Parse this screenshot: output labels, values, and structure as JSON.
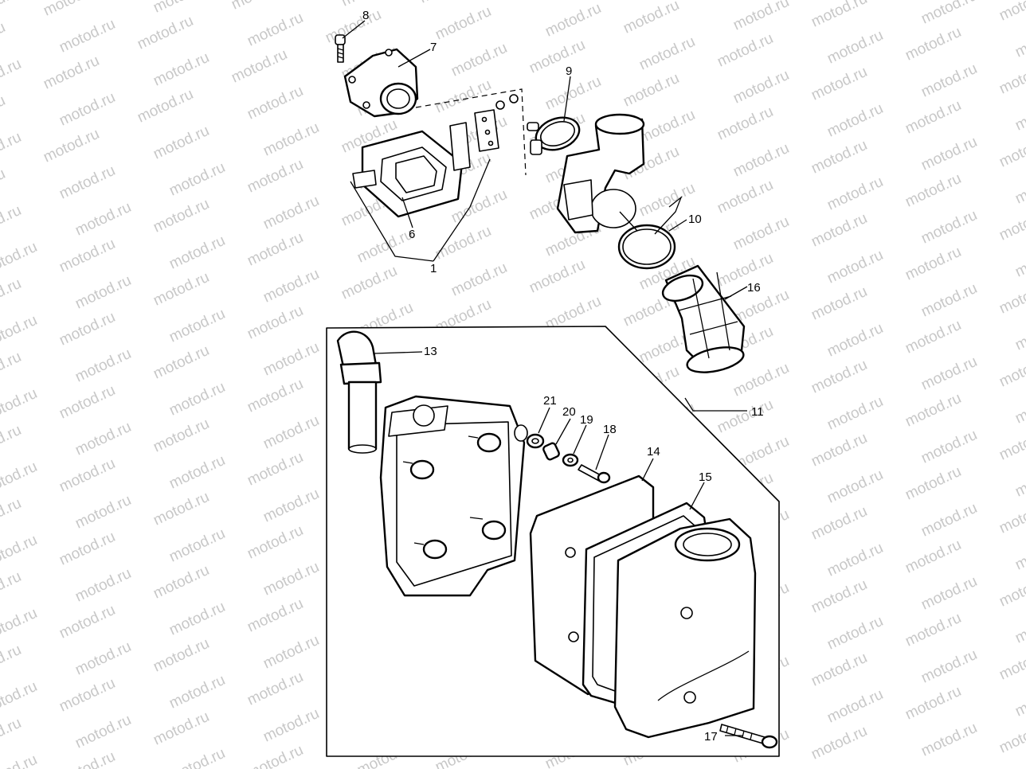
{
  "watermark": "motod.ru",
  "callouts": [
    {
      "id": "1",
      "text": "1"
    },
    {
      "id": "6",
      "text": "6"
    },
    {
      "id": "7",
      "text": "7"
    },
    {
      "id": "8",
      "text": "8"
    },
    {
      "id": "9",
      "text": "9"
    },
    {
      "id": "10",
      "text": "10"
    },
    {
      "id": "11",
      "text": "11"
    },
    {
      "id": "13",
      "text": "13"
    },
    {
      "id": "14",
      "text": "14"
    },
    {
      "id": "15",
      "text": "15"
    },
    {
      "id": "16",
      "text": "16"
    },
    {
      "id": "17",
      "text": "17"
    },
    {
      "id": "18",
      "text": "18"
    },
    {
      "id": "19",
      "text": "19"
    },
    {
      "id": "20",
      "text": "20"
    },
    {
      "id": "21",
      "text": "21"
    }
  ]
}
